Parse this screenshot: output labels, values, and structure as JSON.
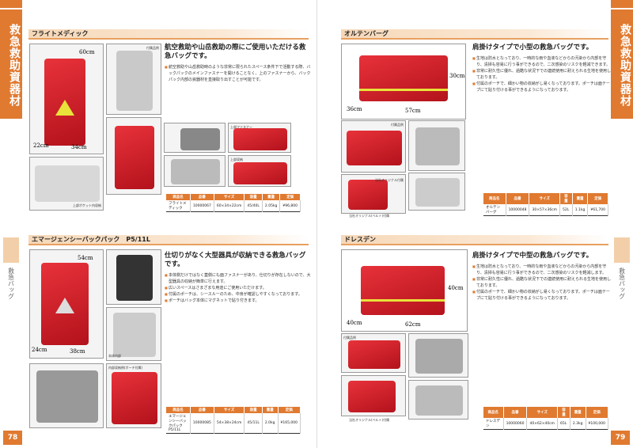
{
  "category": "救急救助資器材",
  "subcategory": "救急バッグ",
  "pages": {
    "left": "78",
    "right": "79"
  },
  "table_headers": [
    "商品名",
    "品番",
    "サイズ",
    "容量",
    "重量",
    "定価"
  ],
  "products": [
    {
      "title": "フライトメディック",
      "heading": "航空救助や山岳救助の際にご使用いただける救急バッグです。",
      "bullets": [
        "航空救助や山岳救助時のような非常に限られたスペース条件下で活動する際、バックパックのメインファスナーを開けることなく、上のファスナーから、バックパック内部の資器材を直接取り出すことが可能です。"
      ],
      "dims": [
        "60cm",
        "22cm",
        "34cm"
      ],
      "captions": [
        "付属品例",
        "上部ファスナー",
        "上部収納",
        "上部ポケット内収納"
      ],
      "row": [
        "フライトメディック",
        "10000067",
        "60×34×22cm",
        "45/40L",
        "2.05kg",
        "¥96,800"
      ]
    },
    {
      "title": "オルテンバーグ",
      "heading": "肩掛けタイプで小型の救急バッグです。",
      "bullets": [
        "生地は防水となっており、一時的な雨や血液などからの汚染から内部を守り、清掃も容易に行う事ができるので、二次感染のリスクを軽減できます。",
        "非常に耐久性に優れ、過酷な状況下での連続使用に耐えられる生地を使用しております。",
        "付属のポーチで、細かい物の収納がし易くなっております。ポーチは面テープにて貼り付ける事ができるようになっております。"
      ],
      "dims": [
        "30cm",
        "36cm",
        "57cm"
      ],
      "captions": [
        "付属品例",
        "当社オリジナル付属",
        "当社オリジナル(ベルト)付属"
      ],
      "row": [
        "オルテンバーグ",
        "10000048",
        "30×57×36cm",
        "52L",
        "1.1kg",
        "¥61,700"
      ]
    },
    {
      "title": "エマージェンシーバックパック　P5/11L",
      "heading": "仕切りがなく大型器具が収納できる救急バッグです。",
      "bullets": [
        "本体側だけではなく蓋側にも面ファスナーがあり、仕切りが存在しないので、大型器具の収納が簡単に行えます。",
        "広いスペースはさまざまな用途にご使用いただけます。",
        "付属のポーチは、シースルーのため、中身が確認しやすくなっております。",
        "ポーチはバッグ本体にマグネットで貼り付きます。"
      ],
      "dims": [
        "54cm",
        "24cm",
        "38cm"
      ],
      "captions": [
        "内部収納例(ポーチ付属)",
        "本体内部"
      ],
      "row": [
        "エマージェンシーバックパックP5/11L",
        "10000085",
        "54×38×24cm",
        "45/11L",
        "2.0kg",
        "¥165,000"
      ]
    },
    {
      "title": "ドレスデン",
      "heading": "肩掛けタイプで中型の救急バッグです。",
      "bullets": [
        "生地は防水となっており、一時的な雨や血液などからの汚染から内部を守り、清掃も容易に行う事ができるので、二次感染のリスクを軽減します。",
        "非常に耐久性に優れ、過酷な状況下での連続使用に耐えられる生地を使用しております。",
        "付属のポーチで、細かい物の収納がし易くなっております。ポーチは面テープにて貼り付ける事ができるようになっております。"
      ],
      "dims": [
        "40cm",
        "40cm",
        "62cm"
      ],
      "captions": [
        "付属品例",
        "当社オリジナル(ベルト)付属"
      ],
      "row": [
        "ドレスデン",
        "10000060",
        "40×62×40cm",
        "65L",
        "2.3kg",
        "¥100,000"
      ]
    }
  ]
}
